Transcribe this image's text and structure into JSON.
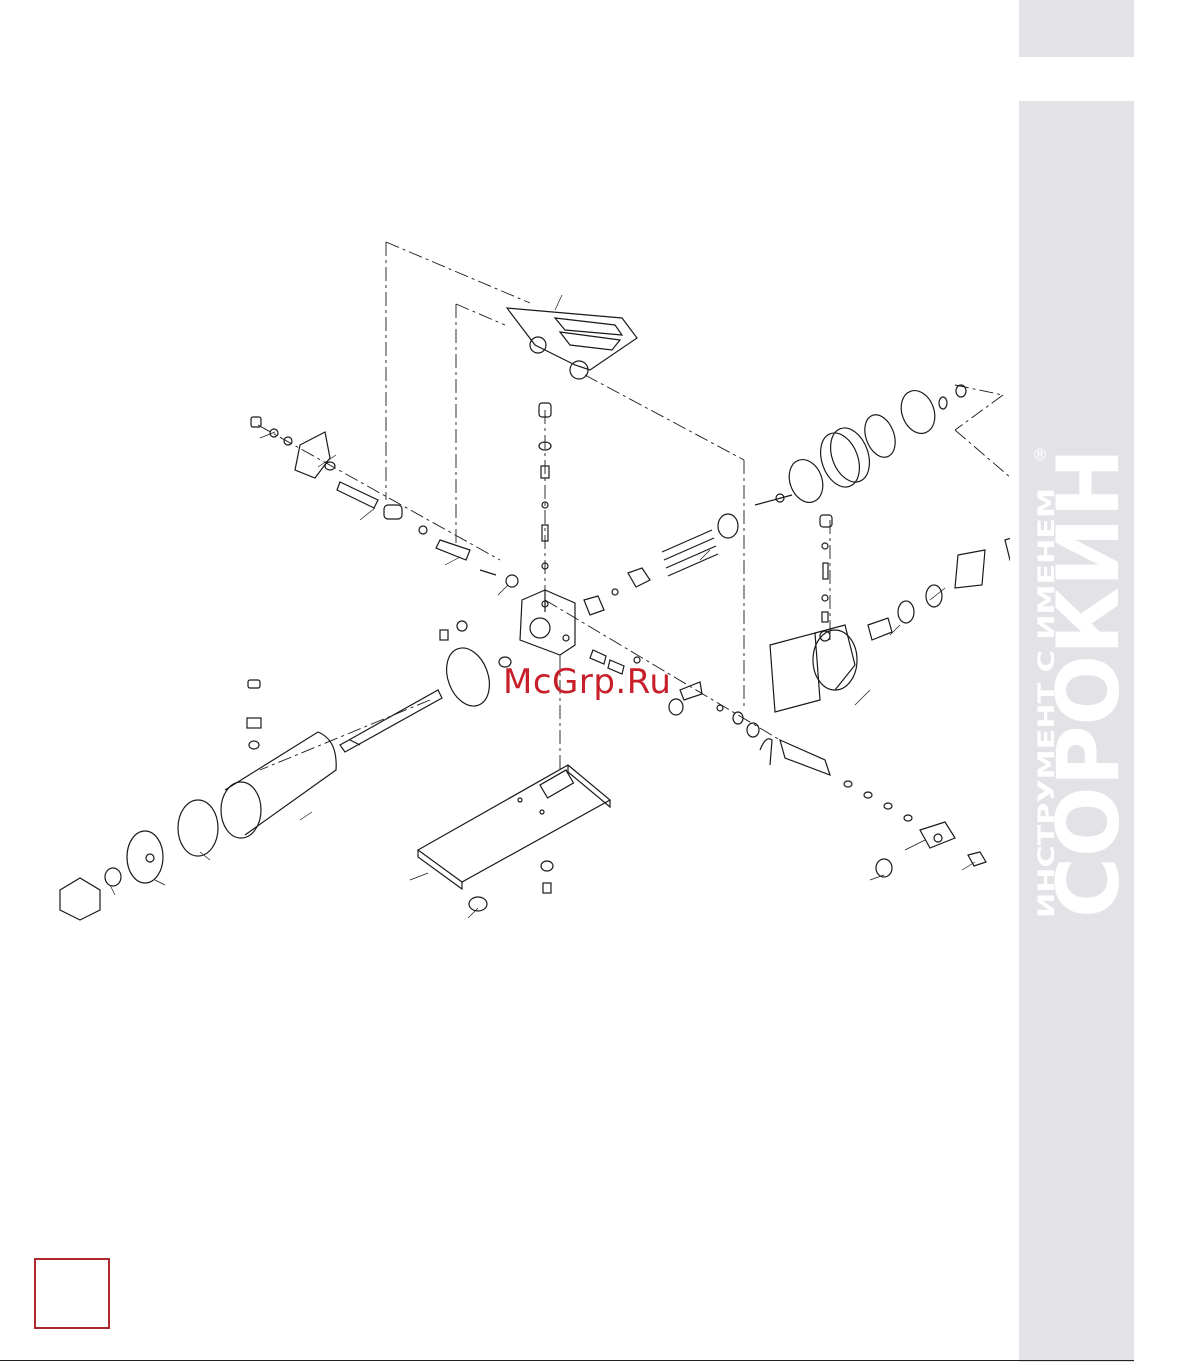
{
  "brand": {
    "logo_text": "СОРОКИН",
    "tagline": "ИНСТРУМЕНТ С ИМЕНЕМ",
    "registered_mark": "®"
  },
  "watermark": {
    "text": "McGrp.Ru"
  },
  "colors": {
    "sidebar": "#e3e3e7",
    "watermark": "#c8202a",
    "page_box_border": "#b0262f",
    "line_art": "#1a1a1a"
  },
  "page_box": {
    "value": ""
  }
}
